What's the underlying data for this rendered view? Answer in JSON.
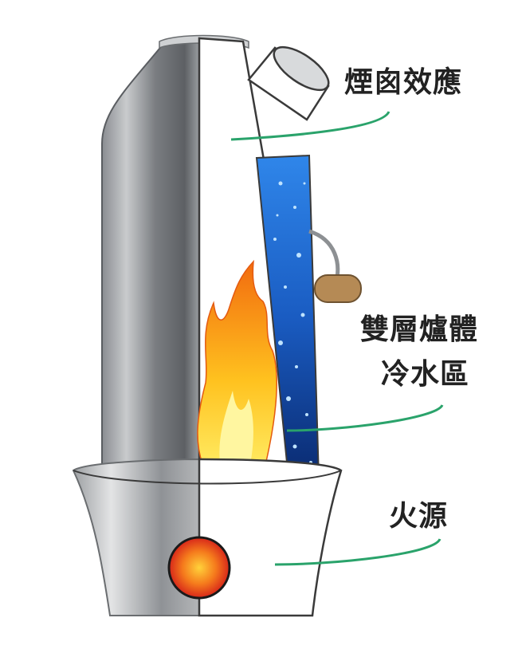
{
  "labels": {
    "chimney": "煙囪效應",
    "double_wall": "雙層爐體",
    "water_zone": "冷水區",
    "fire_source": "火源"
  },
  "colors": {
    "leader_line": "#2aa36b",
    "water_top": "#1f6fd6",
    "water_bottom": "#0b2f7a",
    "flame_outer": "#f7941d",
    "flame_inner": "#ffe14a",
    "fire_ball": "#e8471a",
    "steel_dark": "#6f7276",
    "steel_light": "#d9dbdd",
    "handle_wood": "#b58a55"
  },
  "icons": {
    "flame": "flame-icon",
    "fire_source": "fire-ball-icon",
    "water": "water-bubbles-icon"
  }
}
